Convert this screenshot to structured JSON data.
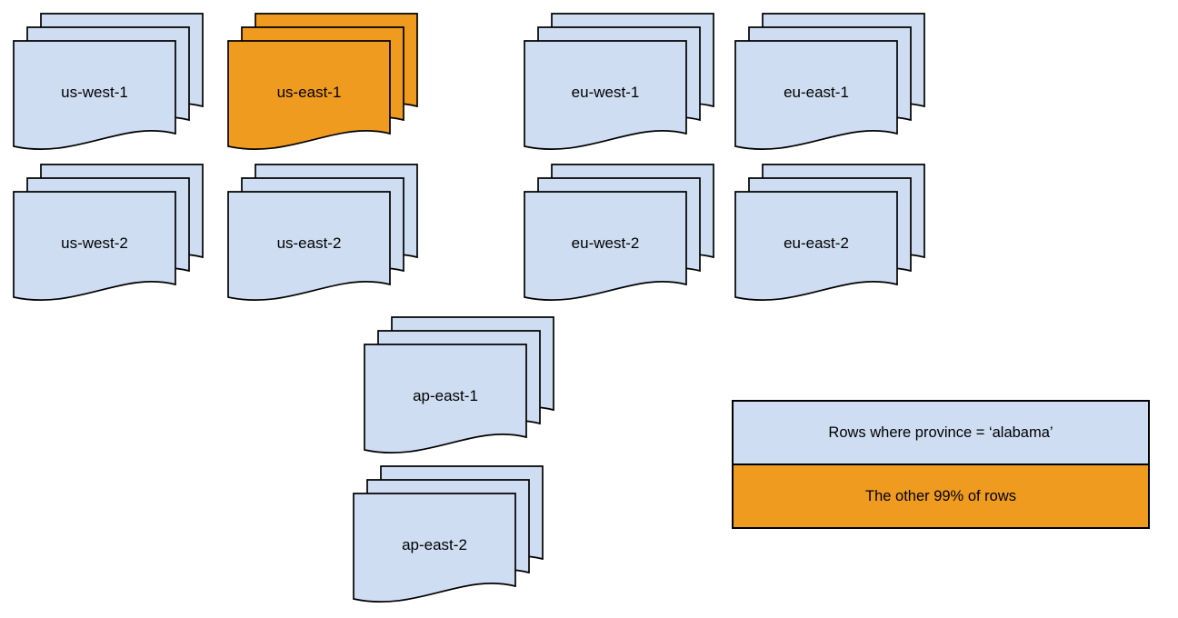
{
  "colors": {
    "blue": "#CEDDF2",
    "orange": "#EF9B20",
    "border": "#000000",
    "background": "#FFFFFF"
  },
  "stacks": [
    {
      "label": "us-west-1",
      "variant": "blue"
    },
    {
      "label": "us-east-1",
      "variant": "orange"
    },
    {
      "label": "eu-west-1",
      "variant": "blue"
    },
    {
      "label": "eu-east-1",
      "variant": "blue"
    },
    {
      "label": "us-west-2",
      "variant": "blue"
    },
    {
      "label": "us-east-2",
      "variant": "blue"
    },
    {
      "label": "eu-west-2",
      "variant": "blue"
    },
    {
      "label": "eu-east-2",
      "variant": "blue"
    },
    {
      "label": "ap-east-1",
      "variant": "blue"
    },
    {
      "label": "ap-east-2",
      "variant": "blue"
    }
  ],
  "legend": {
    "items": [
      {
        "label": "Rows where province = ‘alabama’",
        "variant": "blue"
      },
      {
        "label": "The other 99% of rows",
        "variant": "orange"
      }
    ]
  }
}
